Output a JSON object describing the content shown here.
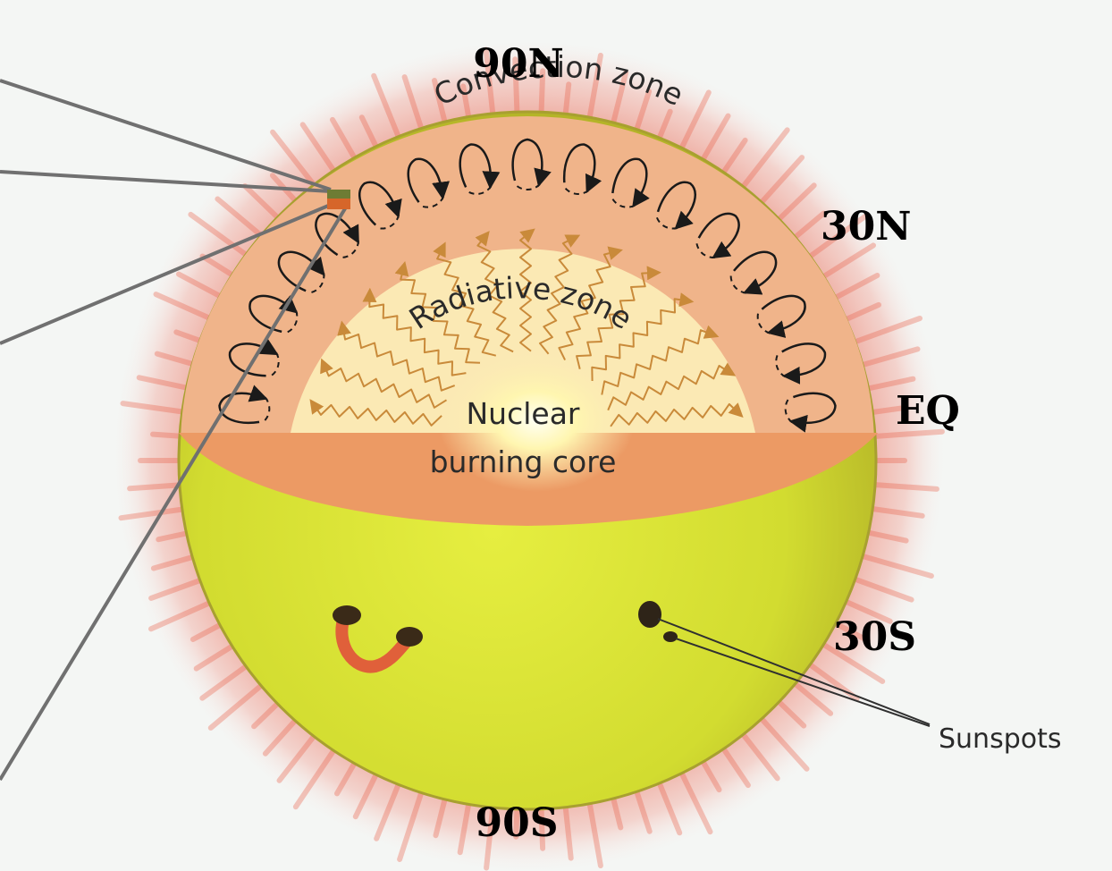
{
  "diagram": {
    "latitudes": {
      "n90": "90N",
      "n30": "30N",
      "eq": "EQ",
      "s30": "30S",
      "s90": "90S"
    },
    "zones": {
      "convection": "Convection zone",
      "radiative": "Radiative zone",
      "core_line1": "Nuclear",
      "core_line2": "burning core"
    },
    "sunspots_label": "Sunspots",
    "colors": {
      "photosphere": "#d6e23a",
      "convection_zone": "#f0b48a",
      "radiative_zone": "#fbe9b4",
      "core_glow": "#fffbe0",
      "corona": "#e8604a",
      "callout_lines": "#707070",
      "convection_arrows": "#1a1a1a",
      "radiation_arrows": "#c98a3a"
    }
  }
}
